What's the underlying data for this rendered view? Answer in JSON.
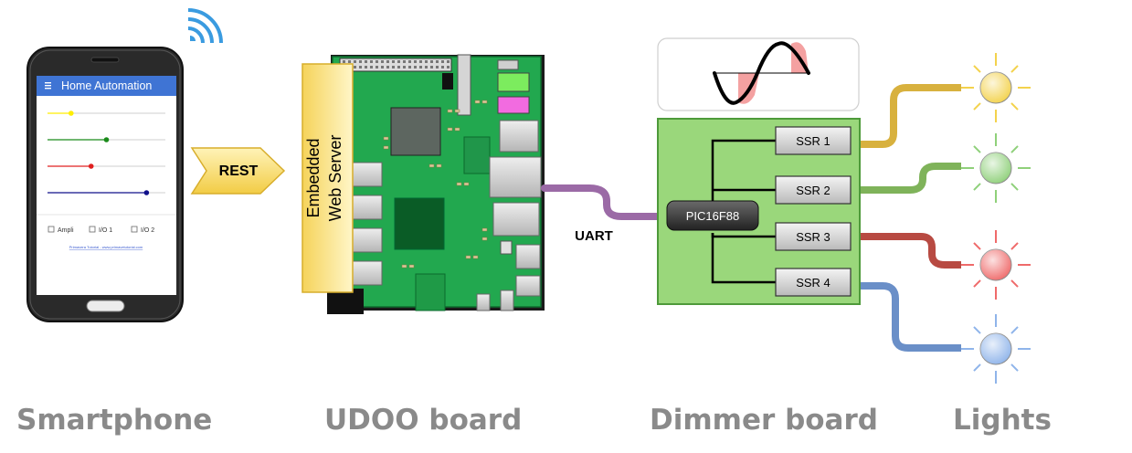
{
  "phone": {
    "app_title": "Home Automation",
    "menu_icon": "hamburger-menu-icon",
    "sliders": [
      {
        "color": "#ffee00",
        "level": 0.2
      },
      {
        "color": "#1a8a1a",
        "level": 0.5
      },
      {
        "color": "#e02020",
        "level": 0.37
      },
      {
        "color": "#10108a",
        "level": 0.84
      }
    ],
    "checkboxes": [
      "Ampli",
      "I/O 1",
      "I/O 2"
    ],
    "footer_link": "Primavera Tutorial - www.primavetutorial.com"
  },
  "wifi_icon": "wifi-signal-icon",
  "rest_label": "REST",
  "web_server_label_line1": "Embedded",
  "web_server_label_line2": "Web Server",
  "uart_label": "UART",
  "mcu_label": "PIC16F88",
  "ssr_labels": [
    "SSR 1",
    "SSR 2",
    "SSR 3",
    "SSR 4"
  ],
  "waveform_icon": "phase-cut-sine-wave-icon",
  "light_colors": [
    "#f3d24c",
    "#8fd07a",
    "#ef6a6a",
    "#8fb4ea"
  ],
  "wire_colors": [
    "#d8b13e",
    "#7fb35a",
    "#b84a42",
    "#6a8fc8"
  ],
  "uart_wire_color": "#9b6aa6",
  "captions": {
    "smartphone": "Smartphone",
    "udoo": "UDOO board",
    "dimmer": "Dimmer board",
    "lights": "Lights"
  }
}
